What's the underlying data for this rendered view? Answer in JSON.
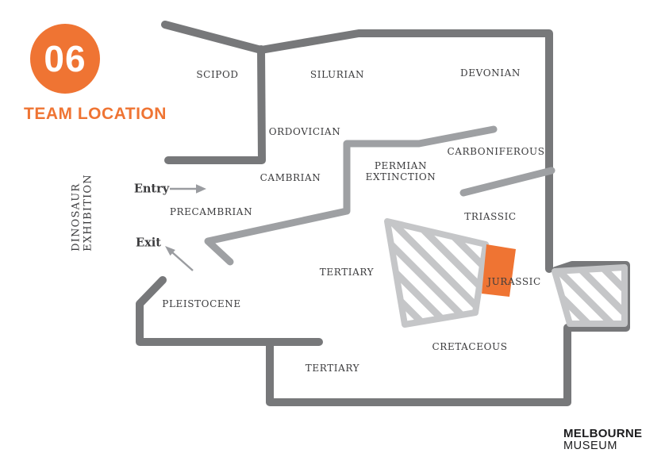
{
  "header": {
    "badge_number": "06",
    "title": "TEAM LOCATION"
  },
  "exhibition_label": {
    "line1": "DINOSAUR",
    "line2": "EXHIBITION"
  },
  "map": {
    "entry": {
      "label": "Entry"
    },
    "exit": {
      "label": "Exit"
    },
    "rooms": [
      {
        "id": "scipod",
        "label": "SCIPOD"
      },
      {
        "id": "silurian",
        "label": "SILURIAN"
      },
      {
        "id": "devonian",
        "label": "DEVONIAN"
      },
      {
        "id": "ordovician",
        "label": "ORDOVICIAN"
      },
      {
        "id": "carboniferous",
        "label": "CARBONIFEROUS"
      },
      {
        "id": "permian-extinction",
        "label": "PERMIAN EXTINCTION"
      },
      {
        "id": "cambrian",
        "label": "CAMBRIAN"
      },
      {
        "id": "precambrian",
        "label": "PRECAMBRIAN"
      },
      {
        "id": "triassic",
        "label": "TRIASSIC"
      },
      {
        "id": "tertiary-upper",
        "label": "TERTIARY"
      },
      {
        "id": "jurassic",
        "label": "JURASSIC"
      },
      {
        "id": "pleistocene",
        "label": "PLEISTOCENE"
      },
      {
        "id": "cretaceous",
        "label": "CRETACEOUS"
      },
      {
        "id": "tertiary-lower",
        "label": "TERTIARY"
      }
    ],
    "highlighted_room": "JURASSIC",
    "colors": {
      "accent_orange": "#EF7433",
      "wall_dark": "#77787A",
      "wall_light": "#9EA0A3",
      "hatch": "#C5C6C8",
      "arrow": "#9A9CA0",
      "label_text": "#3B3B3D",
      "brand_text": "#1B1B1D"
    }
  },
  "footer": {
    "brand_line1": "MELBOURNE",
    "brand_line2": "MUSEUM"
  }
}
